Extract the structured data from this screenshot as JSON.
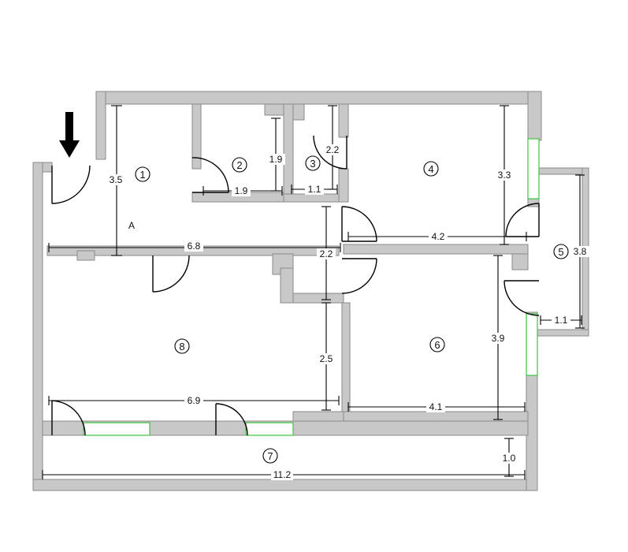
{
  "colors": {
    "wall": "#c8c8c8",
    "wall_edge": "#8a8a8a",
    "line": "#000000",
    "window": "#3cc43c",
    "background": "#ffffff"
  },
  "entrance_icon": "down-arrow-icon",
  "rooms": [
    {
      "number": "1"
    },
    {
      "number": "2"
    },
    {
      "number": "3"
    },
    {
      "number": "4"
    },
    {
      "number": "5"
    },
    {
      "number": "6"
    },
    {
      "number": "7"
    },
    {
      "number": "8"
    }
  ],
  "note": "A",
  "dimensions": {
    "room1_height": "3.5",
    "room2_width": "1.9",
    "room2_height": "1.9",
    "room3_width": "1.1",
    "room3_height": "2.2",
    "room4_height": "3.3",
    "hall_width": "4.2",
    "room5_height": "3.8",
    "room5_width": "1.1",
    "overall_width_top": "6.8",
    "corridor": "2.2",
    "room6_height": "3.9",
    "room6_width": "4.1",
    "room8_height": "2.5",
    "room8_width": "6.9",
    "room7_height": "1.0",
    "overall_width": "11.2"
  }
}
